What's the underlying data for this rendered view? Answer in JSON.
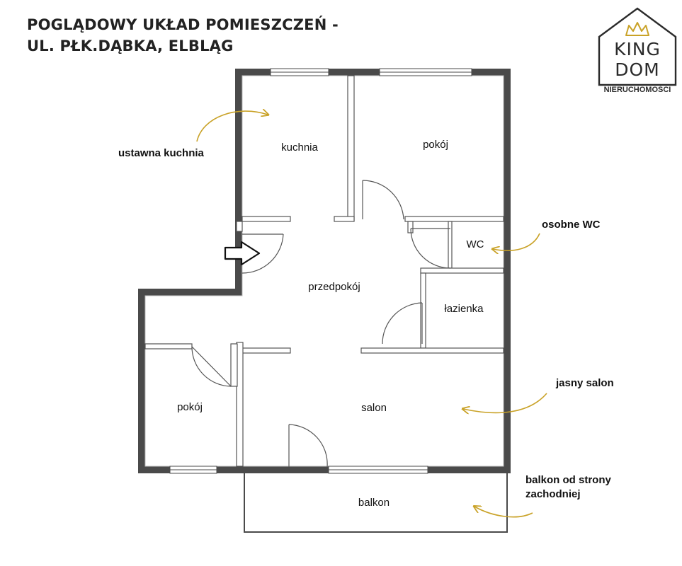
{
  "title": {
    "line1": "POGLĄDOWY UKŁAD POMIESZCZEŃ -",
    "line2": "UL. PŁK.DĄBKA, ELBLĄG"
  },
  "logo": {
    "brand_line1": "KING",
    "brand_line2": "DOM",
    "tagline": "NIERUCHOMOŚCI",
    "accent_color": "#c9a227",
    "dark_color": "#2b2b2b"
  },
  "rooms": {
    "kuchnia": "kuchnia",
    "pokoj_top": "pokój",
    "wc": "WC",
    "lazienka": "łazienka",
    "przedpokoj": "przedpokój",
    "pokoj_left": "pokój",
    "salon": "salon",
    "balkon": "balkon"
  },
  "annotations": {
    "kitchen": "ustawna kuchnia",
    "wc": "osobne WC",
    "salon": "jasny salon",
    "balkon_line1": "balkon od strony",
    "balkon_line2": "zachodniej"
  },
  "colors": {
    "wall": "#4a4a4a",
    "arrow_annotation": "#c9a227",
    "text": "#111111"
  }
}
